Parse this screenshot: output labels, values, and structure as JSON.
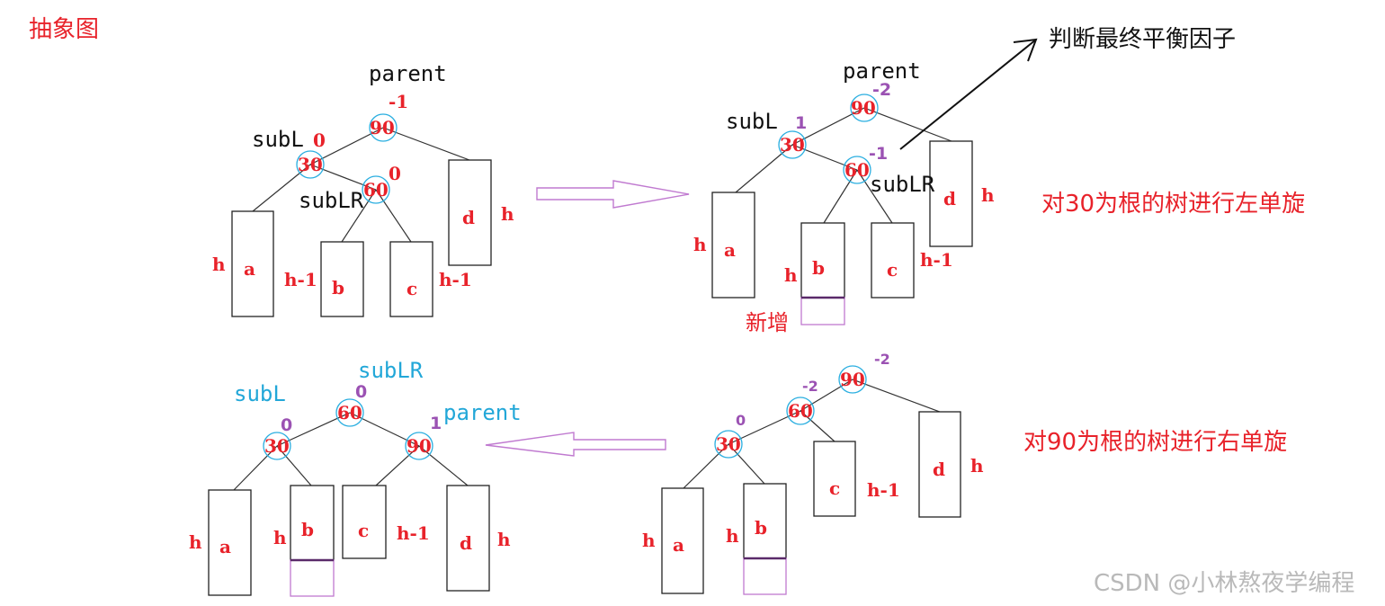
{
  "title": "抽象图",
  "watermark": "CSDN @小林熬夜学编程",
  "panels": {
    "top_left": {
      "parent_label": "parent",
      "sub_l_label": "subL",
      "sub_lr_label": "subLR",
      "nodes": [
        "90",
        "30",
        "60"
      ],
      "balance": [
        "-1",
        "0",
        "0"
      ],
      "boxes": [
        "a",
        "b",
        "c",
        "d"
      ],
      "heights": [
        "h",
        "h-1",
        "h-1",
        "h"
      ]
    },
    "top_right": {
      "parent_label": "parent",
      "sub_l_label": "subL",
      "sub_lr_label": "subLR",
      "nodes": [
        "90",
        "30",
        "60"
      ],
      "balance": [
        "-2",
        "1",
        "-1"
      ],
      "boxes": [
        "a",
        "b",
        "c",
        "d"
      ],
      "heights": [
        "h",
        "h",
        "h-1",
        "h"
      ],
      "new_label": "新增"
    },
    "bottom_right": {
      "nodes": [
        "90",
        "60",
        "30"
      ],
      "balance": [
        "-2",
        "-2",
        "0"
      ],
      "boxes": [
        "a",
        "b",
        "c",
        "d"
      ],
      "heights": [
        "h",
        "h",
        "h-1",
        "h"
      ]
    },
    "bottom_left": {
      "parent_label": "parent",
      "sub_l_label": "subL",
      "sub_lr_label": "subLR",
      "nodes": [
        "60",
        "30",
        "90"
      ],
      "balance": [
        "0",
        "0",
        "1"
      ],
      "boxes": [
        "a",
        "b",
        "c",
        "d"
      ],
      "heights": [
        "h",
        "h",
        "h-1",
        "h"
      ]
    }
  },
  "annotations": {
    "judge": "判断最终平衡因子",
    "rotate_left": "对30为根的树进行左单旋",
    "rotate_right": "对90为根的树进行右单旋"
  },
  "colors": {
    "text_red": "#e8222a",
    "circle_cyan": "#2aaee0",
    "label_cyan": "#22a7d8",
    "balance_purple": "#9b52b3",
    "arrow_purple": "#c07ad0",
    "new_bar": "#5a2a6a"
  }
}
